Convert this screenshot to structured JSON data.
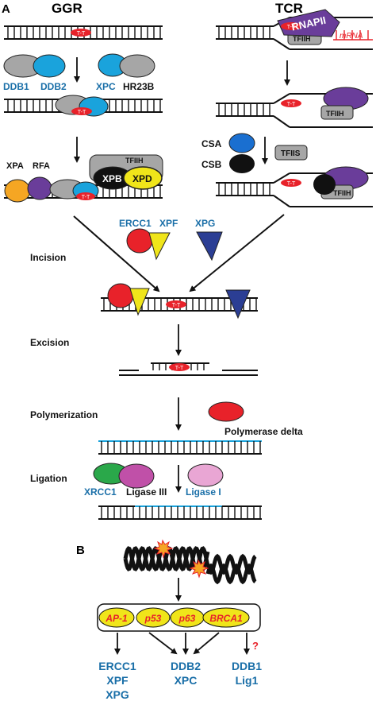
{
  "panel_a": {
    "letter": "A",
    "ggr_title": "GGR",
    "tcr_title": "TCR",
    "lesion": "T-T",
    "proteins": {
      "ddb1": "DDB1",
      "ddb2": "DDB2",
      "xpc": "XPC",
      "hr23b": "HR23B",
      "xpa": "XPA",
      "rfa": "RFA",
      "tfiih": "TFIIH",
      "xpb": "XPB",
      "xpd": "XPD",
      "rnapii": "RNAPII",
      "mrna": "mRNA",
      "csa": "CSA",
      "csb": "CSB",
      "tfiis": "TFIIS",
      "ercc1": "ERCC1",
      "xpf": "XPF",
      "xpg": "XPG",
      "pol_delta": "Polymerase delta",
      "xrcc1": "XRCC1",
      "ligase3": "Ligase III",
      "ligase1": "Ligase I"
    },
    "steps": {
      "incision": "Incision",
      "excision": "Excision",
      "polymerization": "Polymerization",
      "ligation": "Ligation"
    }
  },
  "panel_b": {
    "letter": "B",
    "factors": [
      "AP-1",
      "p53",
      "p63",
      "BRCA1"
    ],
    "targets": {
      "left": [
        "ERCC1",
        "XPF",
        "XPG"
      ],
      "middle": [
        "DDB2",
        "XPC"
      ],
      "right": [
        "DDB1",
        "Lig1"
      ]
    },
    "question_mark": "?"
  },
  "colors": {
    "blue_label": "#1a6fa8",
    "gray": "#a6a6a6",
    "cyan": "#1aa3dc",
    "red": "#e8222a",
    "yellow": "#f0e51a",
    "navy": "#2b3e94",
    "purple": "#6a3d9a",
    "orange": "#f5a623",
    "green": "#2aa84a",
    "magenta": "#c050a8",
    "pink": "#e9a6d4"
  }
}
